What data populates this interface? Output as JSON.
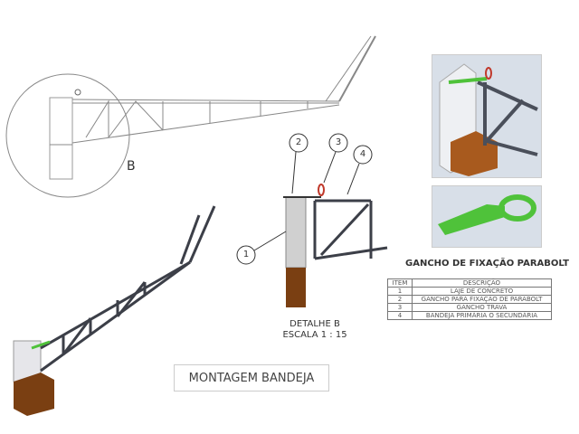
{
  "detail_marker": "B",
  "balloons": [
    "1",
    "2",
    "3",
    "4"
  ],
  "detail": {
    "title": "DETALHE B",
    "scale": "ESCALA 1 : 15"
  },
  "part_title": "GANCHO DE FIXAÇÃO PARABOLT",
  "bom": {
    "headers": [
      "ITEM",
      "DESCRIÇÃO"
    ],
    "rows": [
      {
        "item": "1",
        "desc": "LAJE DE CONCRETO"
      },
      {
        "item": "2",
        "desc": "GANCHO PARA FIXAÇÃO DE PARABOLT"
      },
      {
        "item": "3",
        "desc": "GANCHO TRAVA"
      },
      {
        "item": "4",
        "desc": "BANDEJA PRIMÁRIA O SECUNDÁRIA"
      }
    ]
  },
  "drawing_title": "MONTAGEM BANDEJA",
  "colors": {
    "steel": "#3c3f48",
    "concrete": "#d0d0d0",
    "soil": "#7a3f12",
    "hook_green": "#4fc23a",
    "hook_red": "#c0392b"
  }
}
